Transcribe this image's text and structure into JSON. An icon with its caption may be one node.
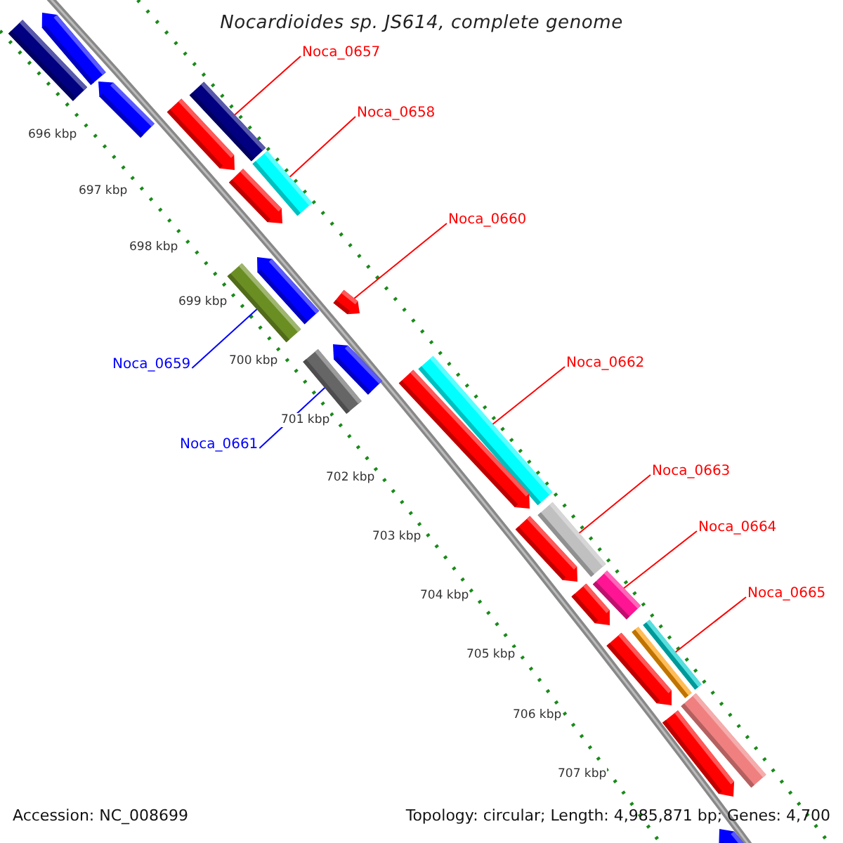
{
  "diagram": {
    "title": "Nocardioides sp. JS614, complete genome",
    "nodes": [
      {
        "text": [
          "Noca_0657"
        ]
      },
      {
        "text": [
          "Noca_0658"
        ]
      },
      {
        "text": [
          "Noca_0660"
        ]
      },
      {
        "text": [
          "Noca_0662"
        ]
      },
      {
        "text": [
          "Noca_0663"
        ]
      },
      {
        "text": [
          "Noca_0664"
        ]
      },
      {
        "text": [
          "Noca_0665"
        ]
      },
      {
        "text": [
          "Noca_0659"
        ]
      },
      {
        "text": [
          "Noca_0661"
        ]
      },
      {
        "text": [],
        "shape": "bar"
      },
      {
        "text": [],
        "shape": "arrow"
      },
      {
        "text": [],
        "shape": "arrow"
      },
      {
        "text": [],
        "shape": "bar"
      },
      {
        "text": [],
        "shape": "arrow"
      },
      {
        "text": [],
        "shape": "bar"
      },
      {
        "text": [],
        "shape": "arrow"
      },
      {
        "text": [],
        "shape": "arrow"
      },
      {
        "text": [],
        "shape": "bar"
      },
      {
        "text": [],
        "shape": "arrow"
      },
      {
        "text": [],
        "shape": "arrow"
      },
      {
        "text": [],
        "shape": "bar"
      },
      {
        "text": [],
        "shape": "bar"
      },
      {
        "text": [],
        "shape": "arrow"
      },
      {
        "text": [],
        "shape": "bar"
      },
      {
        "text": [],
        "shape": "arrow"
      },
      {
        "text": [],
        "shape": "bar"
      },
      {
        "text": [],
        "shape": "arrow"
      },
      {
        "text": [],
        "shape": "bar"
      },
      {
        "text": [],
        "shape": "bar"
      },
      {
        "text": [],
        "shape": "arrow"
      },
      {
        "text": [],
        "shape": "bar"
      },
      {
        "text": [],
        "shape": "arrow"
      },
      {
        "text": [],
        "shape": "arrow"
      }
    ],
    "edges": [
      {
        "from": 0,
        "to": 12,
        "arrow": "none",
        "color": "#ff0000"
      },
      {
        "from": 1,
        "to": 14,
        "arrow": "none",
        "color": "#ff0000"
      },
      {
        "from": 2,
        "to": 18,
        "arrow": "none",
        "color": "#ff0000"
      },
      {
        "from": 3,
        "to": 21,
        "arrow": "none",
        "color": "#ff0000"
      },
      {
        "from": 4,
        "to": 23,
        "arrow": "none",
        "color": "#ff0000"
      },
      {
        "from": 5,
        "to": 25,
        "arrow": "none",
        "color": "#ff0000"
      },
      {
        "from": 6,
        "to": 27,
        "arrow": "none",
        "color": "#ff0000"
      },
      {
        "from": 7,
        "to": 17,
        "arrow": "none",
        "color": "#0000ff"
      },
      {
        "from": 8,
        "to": 20,
        "arrow": "none",
        "color": "#0000ff"
      }
    ],
    "labels": [
      "696 kbp",
      "697 kbp",
      "698 kbp",
      "699 kbp",
      "700 kbp",
      "701 kbp",
      "702 kbp",
      "703 kbp",
      "704 kbp",
      "705 kbp",
      "706 kbp",
      "707 kbp",
      "Accession: NC_008699",
      "Topology: circular; Length: 4,985,871 bp; Genes: 4,700"
    ]
  }
}
